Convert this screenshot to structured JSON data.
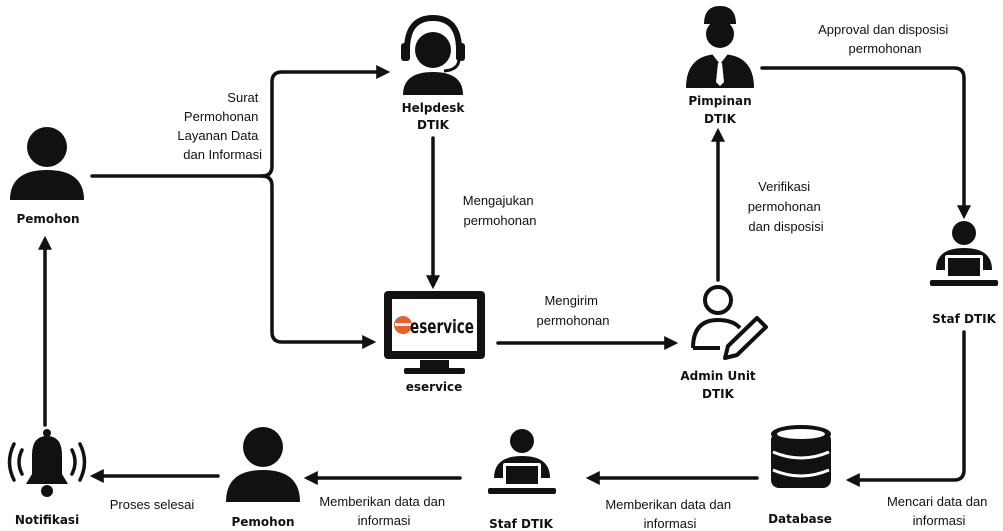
{
  "nodes": {
    "pemohon_left": "Pemohon",
    "helpdesk_1": "Helpdesk",
    "helpdesk_2": "DTIK",
    "eservice_label": "eservice",
    "eservice_logo": "eservice",
    "admin_1": "Admin Unit",
    "admin_2": "DTIK",
    "pimpinan_1": "Pimpinan",
    "pimpinan_2": "DTIK",
    "staf_right": "Staf DTIK",
    "database": "Database",
    "staf_bottom": "Staf DTIK",
    "pemohon_bottom": "Pemohon",
    "notifikasi": "Notifikasi"
  },
  "edges": {
    "surat": [
      "Surat",
      "Permohonan",
      "Layanan Data",
      "dan Informasi"
    ],
    "mengajukan": [
      "Mengajukan",
      "permohonan"
    ],
    "mengirim": [
      "Mengirim",
      "permohonan"
    ],
    "verifikasi": [
      "Verifikasi",
      "permohonan",
      "dan disposisi"
    ],
    "approval": [
      "Approval dan disposisi",
      "permohonan"
    ],
    "mencari": [
      "Mencari data dan",
      "informasi"
    ],
    "memberikan_db": [
      "Memberikan data dan",
      "informasi"
    ],
    "memberikan_staf": [
      "Memberikan data dan",
      "informasi"
    ],
    "proses": "Proses selesai"
  },
  "colors": {
    "ink": "#111111",
    "logo_accent": "#e8612c",
    "screen": "#ffffff"
  }
}
